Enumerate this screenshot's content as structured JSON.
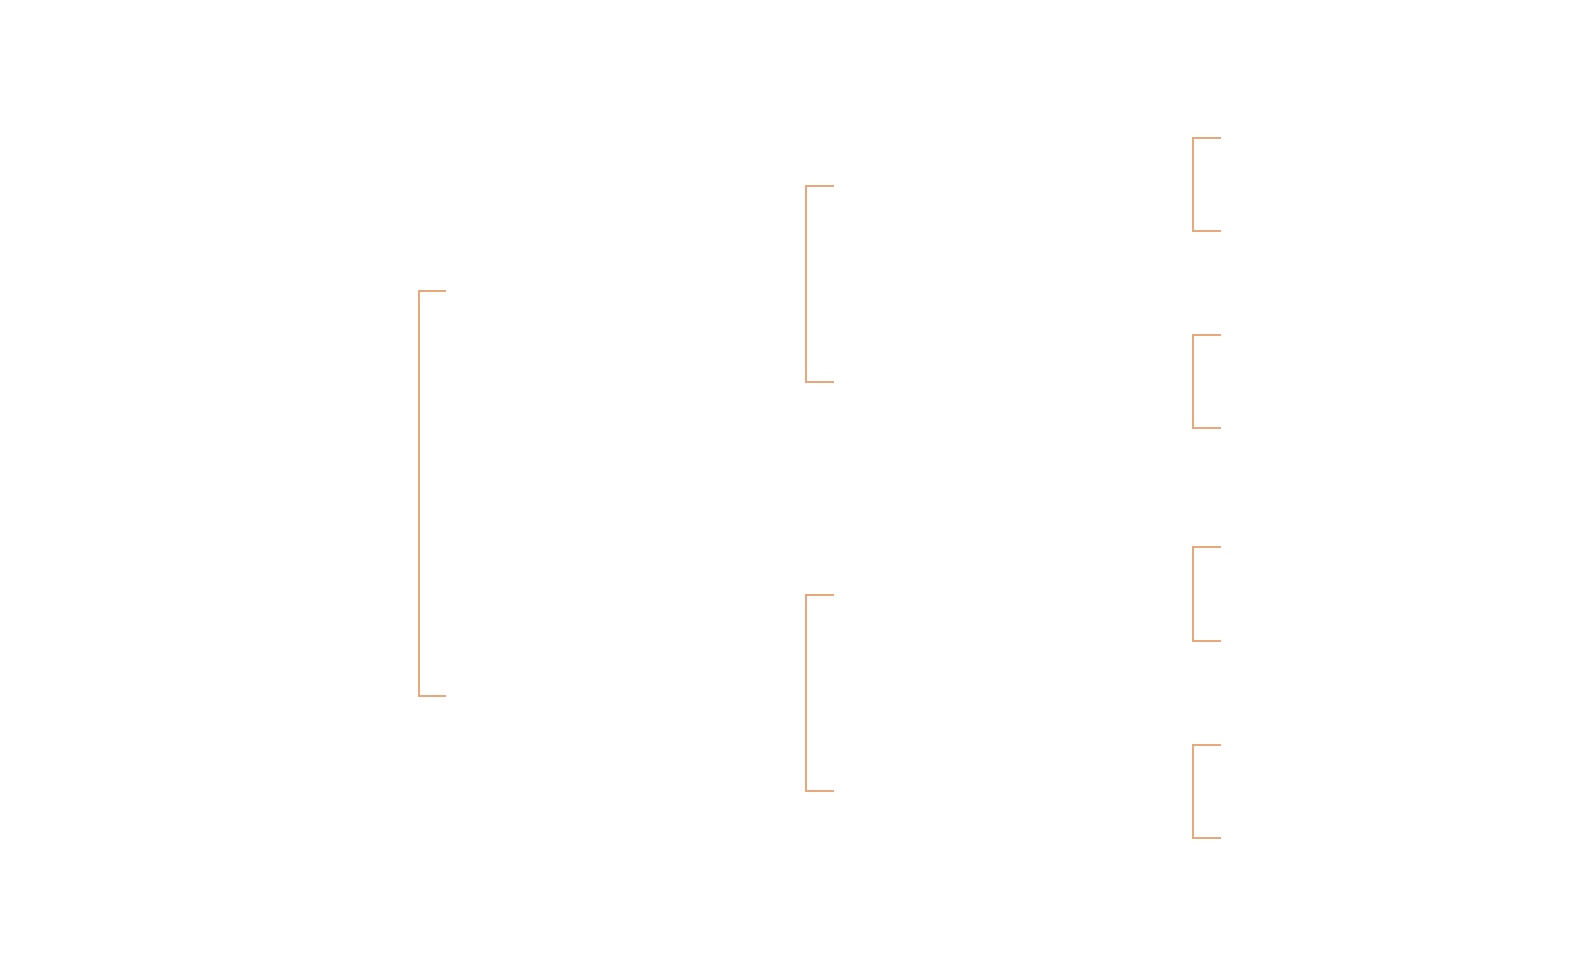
{
  "diagram": {
    "type": "bracket-tree",
    "bracket_color": "#E8A87C",
    "background_color": "#FFFFFF",
    "levels": [
      {
        "level": 1,
        "brackets": 1
      },
      {
        "level": 2,
        "brackets": 2
      },
      {
        "level": 3,
        "brackets": 4
      }
    ]
  }
}
